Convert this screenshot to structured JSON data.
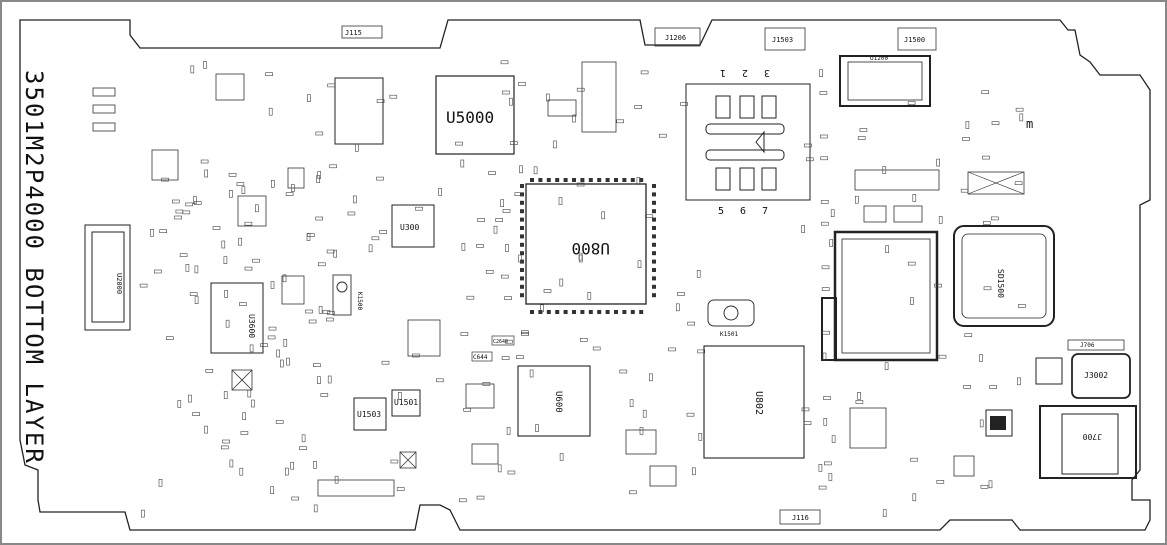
{
  "board_title": "3501M2P4000 BOTTOM LAYER",
  "labels": {
    "u5000": "U5000",
    "u800": "U800",
    "u802": "U802",
    "u600": "U600",
    "u1503": "U1503",
    "u1501": "U1501",
    "u300": "U300",
    "u2000": "U2000",
    "u3600": "U3600",
    "j115": "J115",
    "j116": "J116",
    "j1206": "J1206",
    "j1503": "J1503",
    "j1500": "J1500",
    "j706": "J706",
    "j3002": "J3002",
    "j700": "J700",
    "k1500": "K1500",
    "k1501": "K1501",
    "sd1500": "SD1500",
    "u1200": "U1200",
    "c644": "C644",
    "c2649": "C2649",
    "slot_1": "1",
    "slot_2": "2",
    "slot_3": "3",
    "slot_5": "5",
    "slot_6": "6",
    "slot_7": "7",
    "mark_m": "m"
  }
}
